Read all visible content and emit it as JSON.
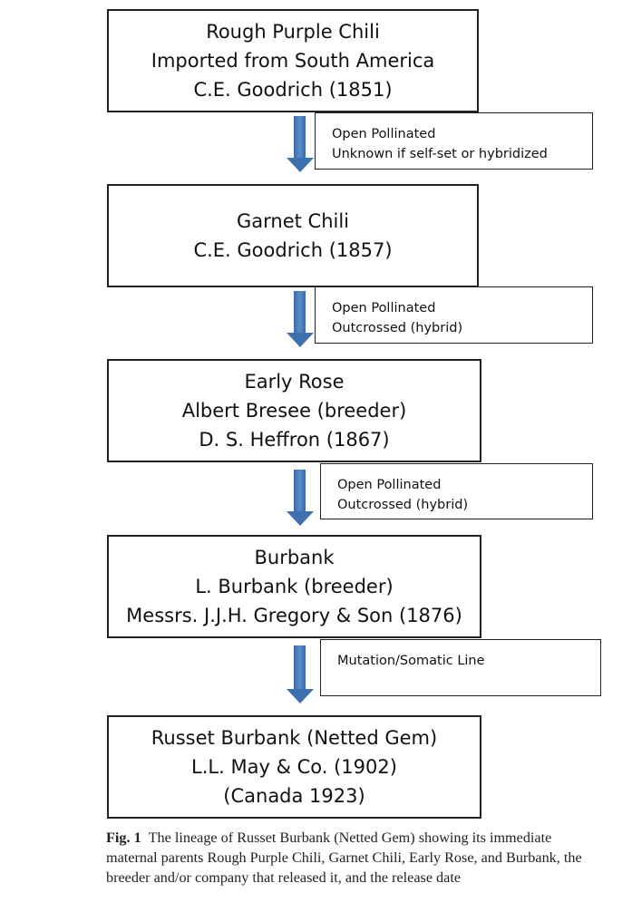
{
  "nodes": [
    {
      "lines": [
        "Rough Purple Chili",
        "Imported from South America",
        "C.E. Goodrich (1851)"
      ]
    },
    {
      "lines": [
        "Garnet Chili",
        "C.E. Goodrich (1857)"
      ]
    },
    {
      "lines": [
        "Early Rose",
        "Albert Bresee (breeder)",
        "D. S. Heffron (1867)"
      ]
    },
    {
      "lines": [
        "Burbank",
        "L. Burbank (breeder)",
        "Messrs. J.J.H. Gregory & Son (1876)"
      ]
    },
    {
      "lines": [
        "Russet Burbank (Netted Gem)",
        "L.L. May & Co. (1902)",
        "(Canada 1923)"
      ]
    }
  ],
  "edges": [
    {
      "lines": [
        "Open Pollinated",
        "Unknown if self-set or hybridized"
      ]
    },
    {
      "lines": [
        "Open Pollinated",
        "Outcrossed (hybrid)"
      ]
    },
    {
      "lines": [
        "Open Pollinated",
        "Outcrossed (hybrid)"
      ]
    },
    {
      "lines": [
        "Mutation/Somatic Line"
      ]
    }
  ],
  "caption": {
    "label": "Fig. 1",
    "text": "The lineage of Russet Burbank (Netted Gem) showing its immediate maternal parents Rough Purple Chili, Garnet Chili, Early Rose, and Burbank, the breeder and/or company that released it, and the release date"
  },
  "colors": {
    "arrow": "#3f70ae"
  }
}
